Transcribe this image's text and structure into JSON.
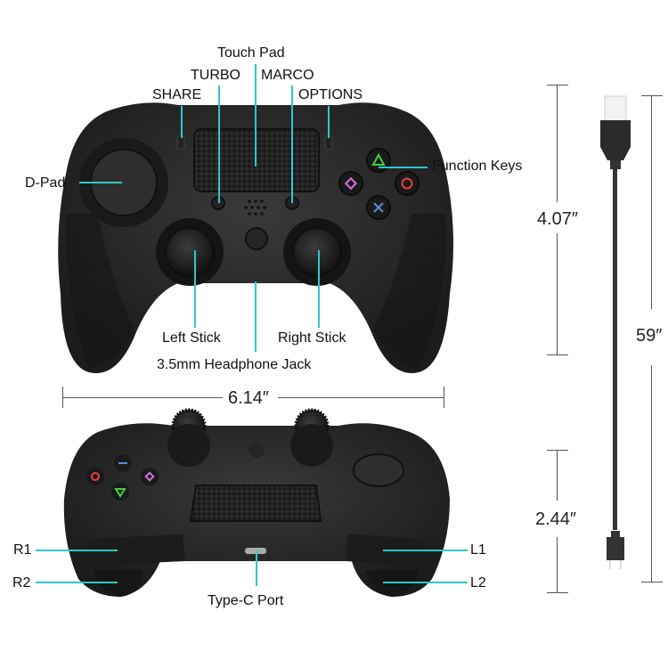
{
  "top_view": {
    "labels": {
      "touch_pad": "Touch Pad",
      "turbo": "TURBO",
      "marco": "MARCO",
      "share": "SHARE",
      "options": "OPTIONS",
      "d_pad": "D-Pad",
      "function_keys": "Function Keys",
      "left_stick": "Left Stick",
      "right_stick": "Right Stick",
      "headphone_jack": "3.5mm Headphone Jack"
    },
    "function_key_colors": {
      "triangle": "#3fd13f",
      "circle": "#e84040",
      "square": "#d870d8",
      "cross": "#5a8fd8"
    }
  },
  "bottom_view": {
    "labels": {
      "r1": "R1",
      "r2": "R2",
      "l1": "L1",
      "l2": "L2",
      "type_c_port": "Type-C Port"
    }
  },
  "dimensions": {
    "width": "6.14″",
    "height": "4.07″",
    "depth": "2.44″",
    "cable_length": "59″"
  },
  "colors": {
    "leader_line": "#2fc6cf",
    "controller_body": "#2a2a2a",
    "dimension_line": "#555555"
  }
}
